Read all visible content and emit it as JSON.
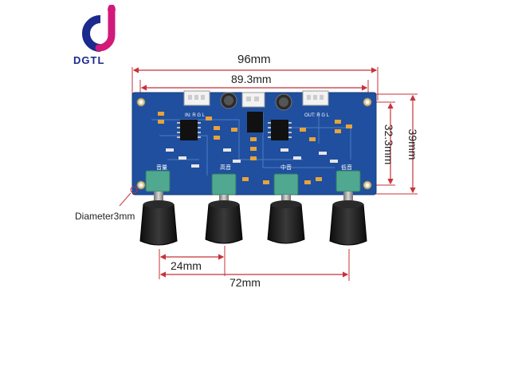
{
  "logo": {
    "text": "DGTL"
  },
  "dimensions": {
    "board_width": "96mm",
    "hole_spacing_width": "89.3mm",
    "hole_spacing_height": "32.3mm",
    "board_height": "39mm",
    "hole_diameter": "Diameter3mm",
    "knob_spacing": "24mm",
    "knob_span": "72mm"
  },
  "board_labels": {
    "in_label": "IN: R  G  L",
    "out_label": "OUT: R  G  L",
    "knob_1": "音量",
    "knob_2": "高音",
    "knob_3": "中音",
    "knob_4": "低音"
  },
  "colors": {
    "pcb": "#1f4f9e",
    "knob": "#1a1a1a",
    "pot": "#4fa88f",
    "dimension_line": "#c8323a",
    "logo_primary": "#1b2a8c",
    "logo_accent": "#d11a7a"
  }
}
